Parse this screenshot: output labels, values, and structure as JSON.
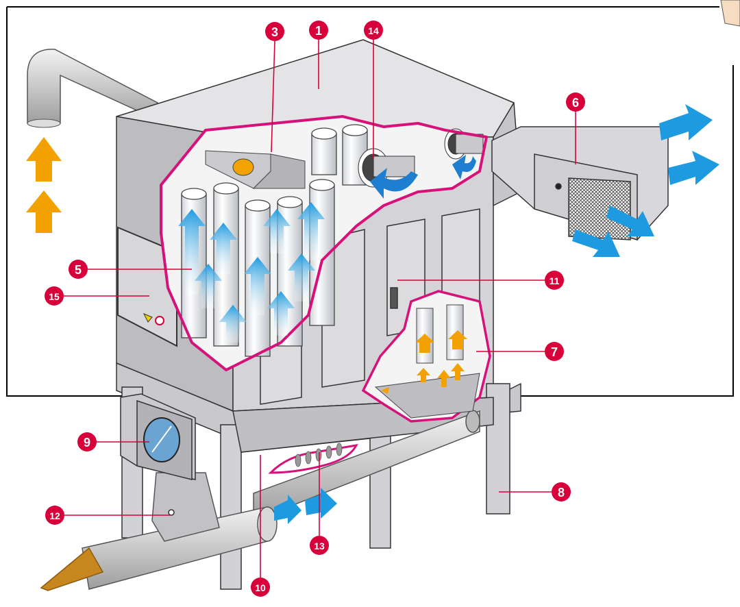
{
  "labels": [
    {
      "id": "cabinet",
      "number": "1"
    },
    {
      "id": "filter-cartridges",
      "number": "3"
    },
    {
      "id": "clean-air-side",
      "number": "5"
    },
    {
      "id": "exhaust-silencer",
      "number": "6"
    },
    {
      "id": "hopper-inlet",
      "number": "7"
    },
    {
      "id": "support-legs",
      "number": "8"
    },
    {
      "id": "inspection-window",
      "number": "9"
    },
    {
      "id": "lower-housing",
      "number": "10"
    },
    {
      "id": "access-door",
      "number": "11"
    },
    {
      "id": "rotary-valve",
      "number": "12"
    },
    {
      "id": "screw-conveyor",
      "number": "13"
    },
    {
      "id": "fan",
      "number": "14"
    },
    {
      "id": "service-panel",
      "number": "15"
    }
  ],
  "colors": {
    "badge": "#d8003a",
    "leader": "#d8003a",
    "cutaway": "#d6117a",
    "clean_air_arrow": "#1e9be0",
    "dust_arrow": "#f2a100",
    "dust_discharge": "#c8861e",
    "cabinet_light": "#e6e6e8",
    "cabinet_mid": "#cfcfd3",
    "cabinet_dark": "#b8b8bd",
    "outline": "#333333"
  },
  "icons": [
    "duct-elbow",
    "clean-air-arrow",
    "dust-arrow",
    "warning-triangle",
    "no-entry-sign",
    "door-handle",
    "grille"
  ]
}
